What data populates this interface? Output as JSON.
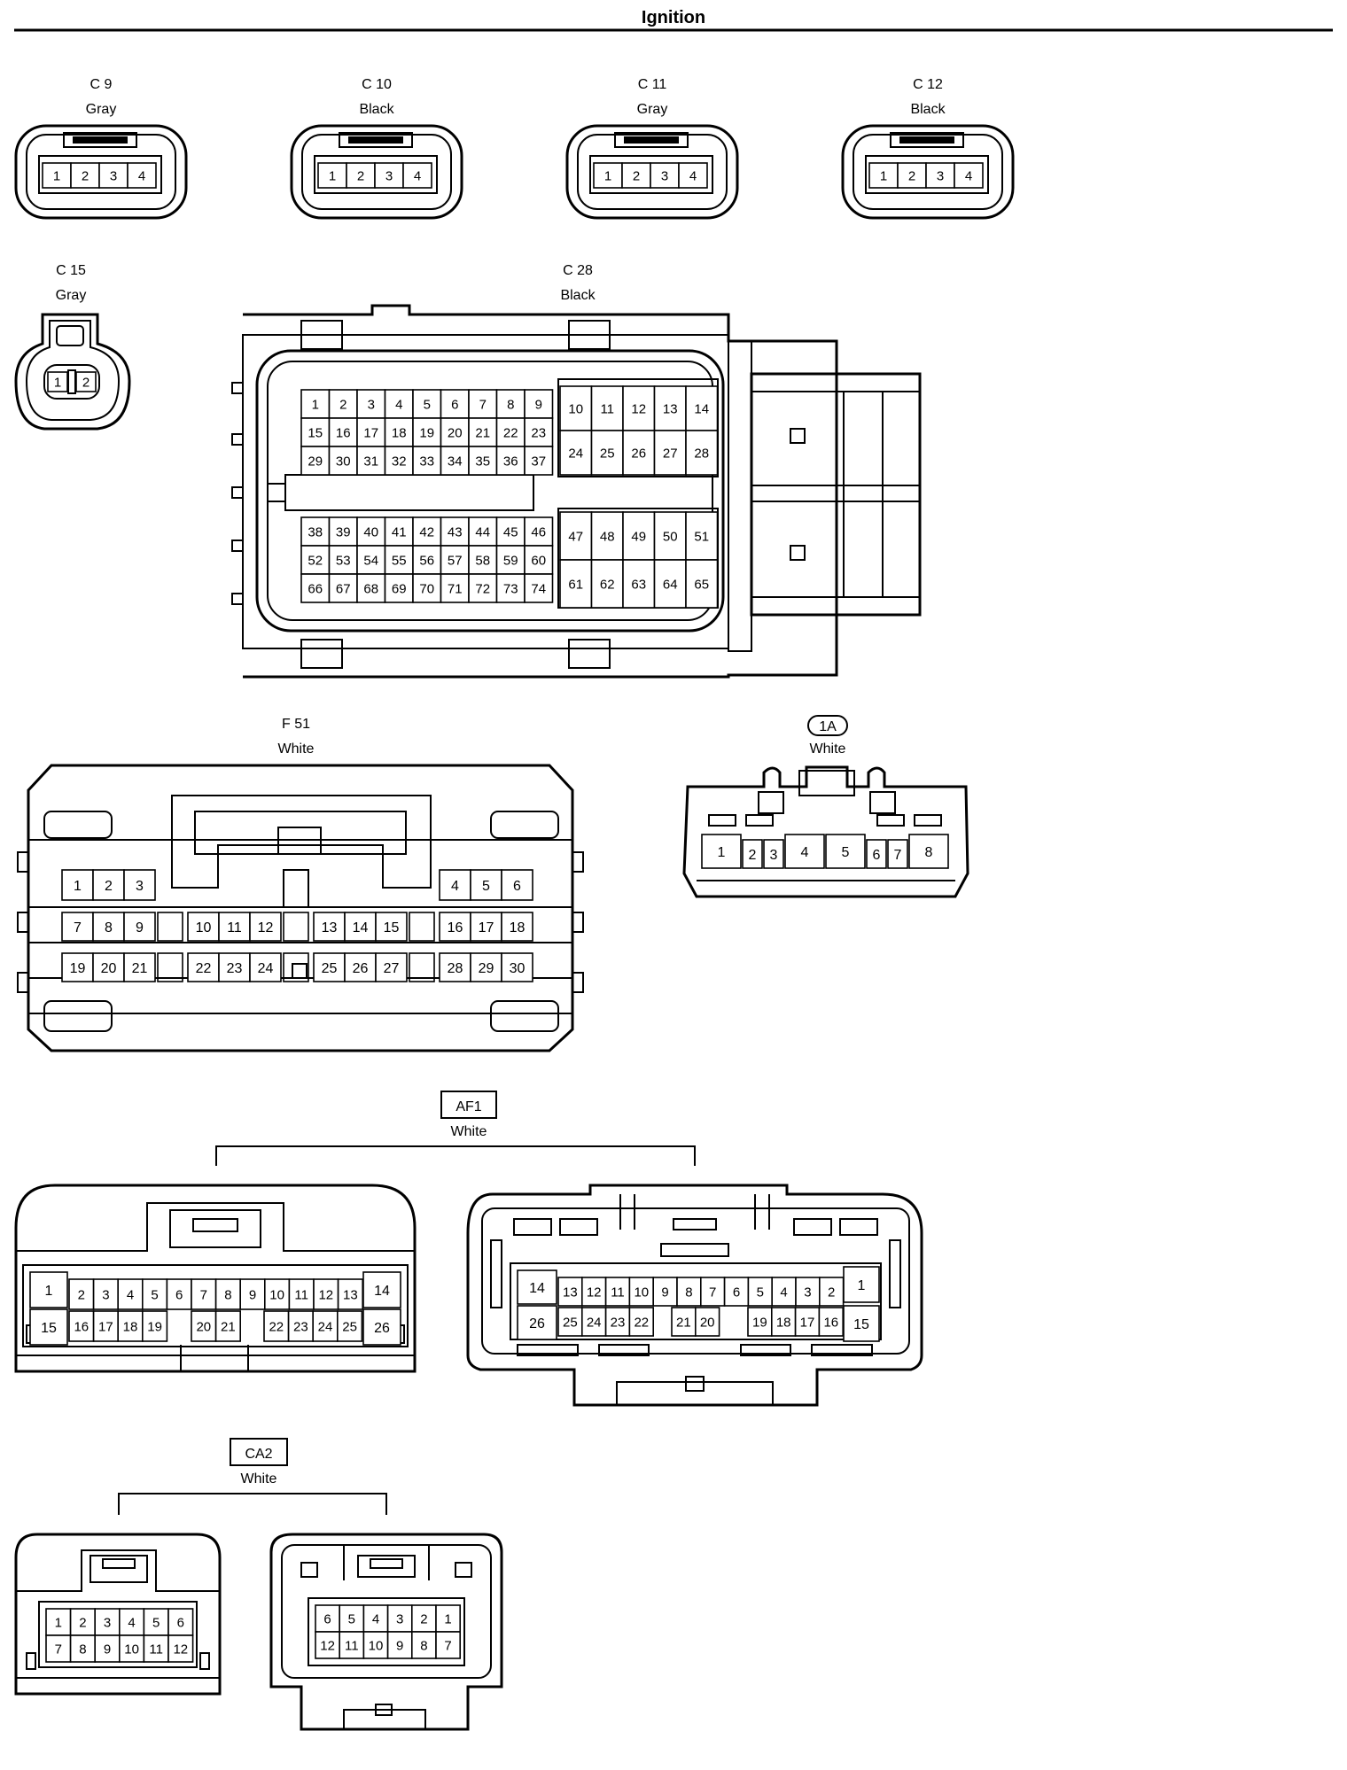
{
  "title": "Ignition",
  "connectors": {
    "c9": {
      "code": "C 9",
      "color": "Gray",
      "pins": [
        "1",
        "2",
        "3",
        "4"
      ]
    },
    "c10": {
      "code": "C 10",
      "color": "Black",
      "pins": [
        "1",
        "2",
        "3",
        "4"
      ]
    },
    "c11": {
      "code": "C 11",
      "color": "Gray",
      "pins": [
        "1",
        "2",
        "3",
        "4"
      ]
    },
    "c12": {
      "code": "C 12",
      "color": "Black",
      "pins": [
        "1",
        "2",
        "3",
        "4"
      ]
    },
    "c15": {
      "code": "C 15",
      "color": "Gray",
      "pins": [
        "1",
        "2"
      ]
    },
    "c28": {
      "code": "C 28",
      "color": "Black",
      "top_left": [
        [
          "1",
          "2",
          "3",
          "4",
          "5",
          "6",
          "7",
          "8",
          "9"
        ],
        [
          "15",
          "16",
          "17",
          "18",
          "19",
          "20",
          "21",
          "22",
          "23"
        ],
        [
          "29",
          "30",
          "31",
          "32",
          "33",
          "34",
          "35",
          "36",
          "37"
        ]
      ],
      "top_right": [
        [
          "10",
          "11",
          "12",
          "13",
          "14"
        ],
        [
          "24",
          "25",
          "26",
          "27",
          "28"
        ]
      ],
      "bottom_left": [
        [
          "38",
          "39",
          "40",
          "41",
          "42",
          "43",
          "44",
          "45",
          "46"
        ],
        [
          "52",
          "53",
          "54",
          "55",
          "56",
          "57",
          "58",
          "59",
          "60"
        ],
        [
          "66",
          "67",
          "68",
          "69",
          "70",
          "71",
          "72",
          "73",
          "74"
        ]
      ],
      "bottom_right": [
        [
          "47",
          "48",
          "49",
          "50",
          "51"
        ],
        [
          "61",
          "62",
          "63",
          "64",
          "65"
        ]
      ]
    },
    "f51": {
      "code": "F 51",
      "color": "White",
      "row1_left": [
        "1",
        "2",
        "3"
      ],
      "row1_right": [
        "4",
        "5",
        "6"
      ],
      "row2": [
        [
          "7",
          "8",
          "9"
        ],
        [
          "10",
          "11",
          "12"
        ],
        [
          "13",
          "14",
          "15"
        ],
        [
          "16",
          "17",
          "18"
        ]
      ],
      "row3": [
        [
          "19",
          "20",
          "21"
        ],
        [
          "22",
          "23",
          "24"
        ],
        [
          "25",
          "26",
          "27"
        ],
        [
          "28",
          "29",
          "30"
        ]
      ]
    },
    "c1a": {
      "code": "1A",
      "color": "White",
      "pins": [
        "1",
        "2",
        "3",
        "4",
        "5",
        "6",
        "7",
        "8"
      ]
    },
    "af1": {
      "code": "AF1",
      "color": "White",
      "left": {
        "top": [
          "2",
          "3",
          "4",
          "5",
          "6",
          "7",
          "8",
          "9",
          "10",
          "11",
          "12",
          "13"
        ],
        "bottom": [
          "16",
          "17",
          "18",
          "19",
          "20",
          "21",
          "22",
          "23",
          "24",
          "25"
        ],
        "big": [
          "1",
          "15",
          "14",
          "26"
        ]
      },
      "right": {
        "top": [
          "13",
          "12",
          "11",
          "10",
          "9",
          "8",
          "7",
          "6",
          "5",
          "4",
          "3",
          "2"
        ],
        "bottom": [
          "25",
          "24",
          "23",
          "22",
          "21",
          "20",
          "19",
          "18",
          "17",
          "16"
        ],
        "big": [
          "14",
          "26",
          "1",
          "15"
        ]
      }
    },
    "ca2": {
      "code": "CA2",
      "color": "White",
      "left": [
        [
          "1",
          "2",
          "3",
          "4",
          "5",
          "6"
        ],
        [
          "7",
          "8",
          "9",
          "10",
          "11",
          "12"
        ]
      ],
      "right": [
        [
          "6",
          "5",
          "4",
          "3",
          "2",
          "1"
        ],
        [
          "12",
          "11",
          "10",
          "9",
          "8",
          "7"
        ]
      ]
    }
  }
}
